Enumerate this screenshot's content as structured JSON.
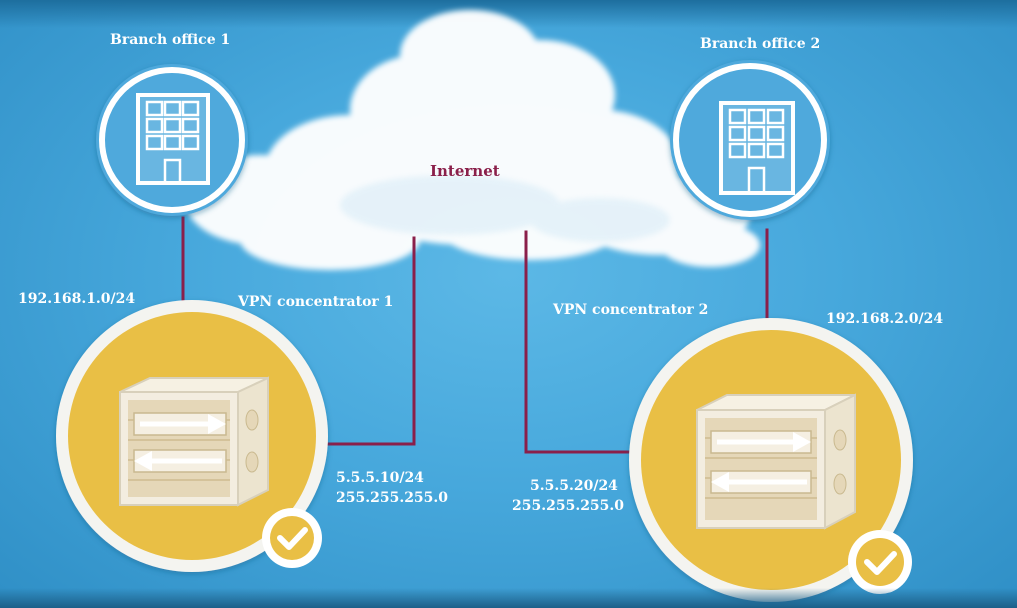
{
  "nodes": {
    "branch1": {
      "title": "Branch office 1",
      "subnet": "192.168.1.0/24"
    },
    "branch2": {
      "title": "Branch office 2",
      "subnet": "192.168.2.0/24"
    },
    "internet": {
      "label": "Internet"
    },
    "vpn1": {
      "label": "VPN concentrator 1",
      "ip": "5.5.5.10/24",
      "mask": "255.255.255.0"
    },
    "vpn2": {
      "label": "VPN concentrator 2",
      "ip": "5.5.5.20/24",
      "mask": "255.255.255.0"
    }
  },
  "icons": {
    "building": "building-icon",
    "concentrator": "vpn-concentrator-icon",
    "check": "check-badge-icon",
    "cloud": "cloud-icon"
  },
  "colors": {
    "background": "#47a8dc",
    "link": "#8a1f4a",
    "concentrator_fill": "#e9bf45",
    "ring": "#ffffff",
    "text": "#ffffff"
  }
}
